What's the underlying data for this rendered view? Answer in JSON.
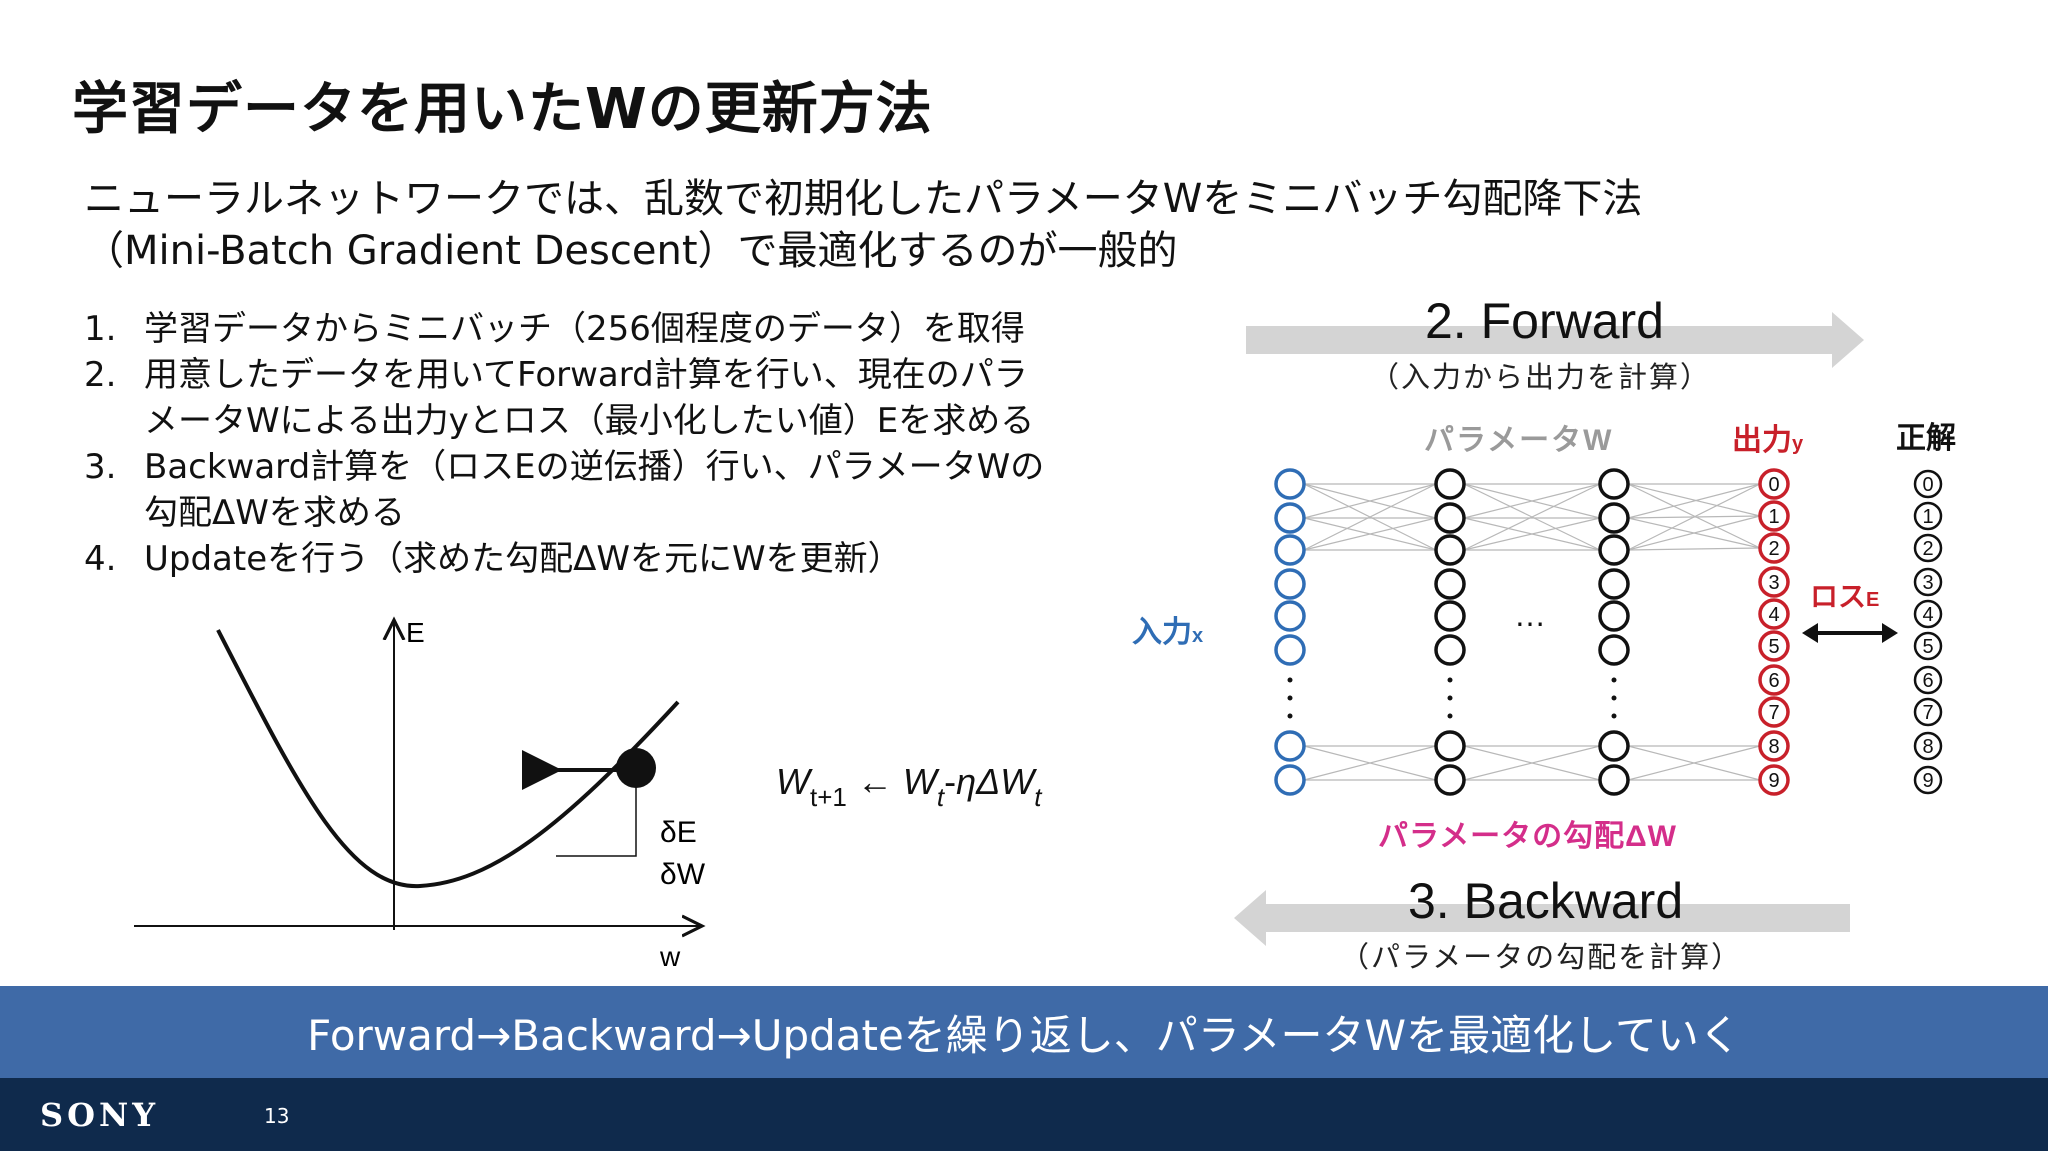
{
  "title": "学習データを用いたWの更新方法",
  "intro": {
    "line1": "ニューラルネットワークでは、乱数で初期化したパラメータWをミニバッチ勾配降下法",
    "line2": "（Mini-Batch Gradient Descent）で最適化するのが一般的"
  },
  "steps": [
    {
      "num": "1.",
      "lines": [
        "学習データからミニバッチ（256個程度のデータ）を取得"
      ]
    },
    {
      "num": "2.",
      "lines": [
        "用意したデータを用いてForward計算を行い、現在のパラ",
        "メータWによる出力yとロス（最小化したい値）Eを求める"
      ]
    },
    {
      "num": "3.",
      "lines": [
        "Backward計算を（ロスEの逆伝播）行い、パラメータWの",
        "勾配ΔWを求める"
      ]
    },
    {
      "num": "4.",
      "lines": [
        "Updateを行う（求めた勾配ΔWを元にWを更新）"
      ]
    }
  ],
  "graph": {
    "y_axis_label": "E",
    "x_axis_label": "w",
    "slope_top": "δE",
    "slope_bottom": "δW"
  },
  "formula": "W_{t+1} ← W_t-ηΔW_t",
  "network": {
    "forward_label": "2. Forward",
    "forward_sub": "（入力から出力を計算）",
    "params_label": "パラメータW",
    "output_label": "出力",
    "output_sub": "y",
    "truth_label": "正解",
    "input_label": "入力",
    "input_sub": "x",
    "loss_label": "ロス",
    "loss_sub": "E",
    "ellipsis": "…",
    "gradient_label": "パラメータの勾配ΔW",
    "backward_label": "3. Backward",
    "backward_sub": "（パラメータの勾配を計算）",
    "output_digits": [
      "0",
      "1",
      "2",
      "3",
      "4",
      "5",
      "6",
      "7",
      "8",
      "9"
    ],
    "truth_digits": [
      "0",
      "1",
      "2",
      "3",
      "4",
      "5",
      "6",
      "7",
      "8",
      "9"
    ]
  },
  "footer": {
    "banner": "Forward→Backward→Updateを繰り返し、パラメータWを最適化していく",
    "logo": "SONY",
    "page": "13"
  },
  "colors": {
    "input_nodes": "#2f6db5",
    "output_nodes": "#c8202a",
    "gradient_label": "#d42e8a",
    "arrow_gray": "#d4d4d4",
    "banner": "#3f6aa7",
    "footer": "#0f2a4c"
  }
}
